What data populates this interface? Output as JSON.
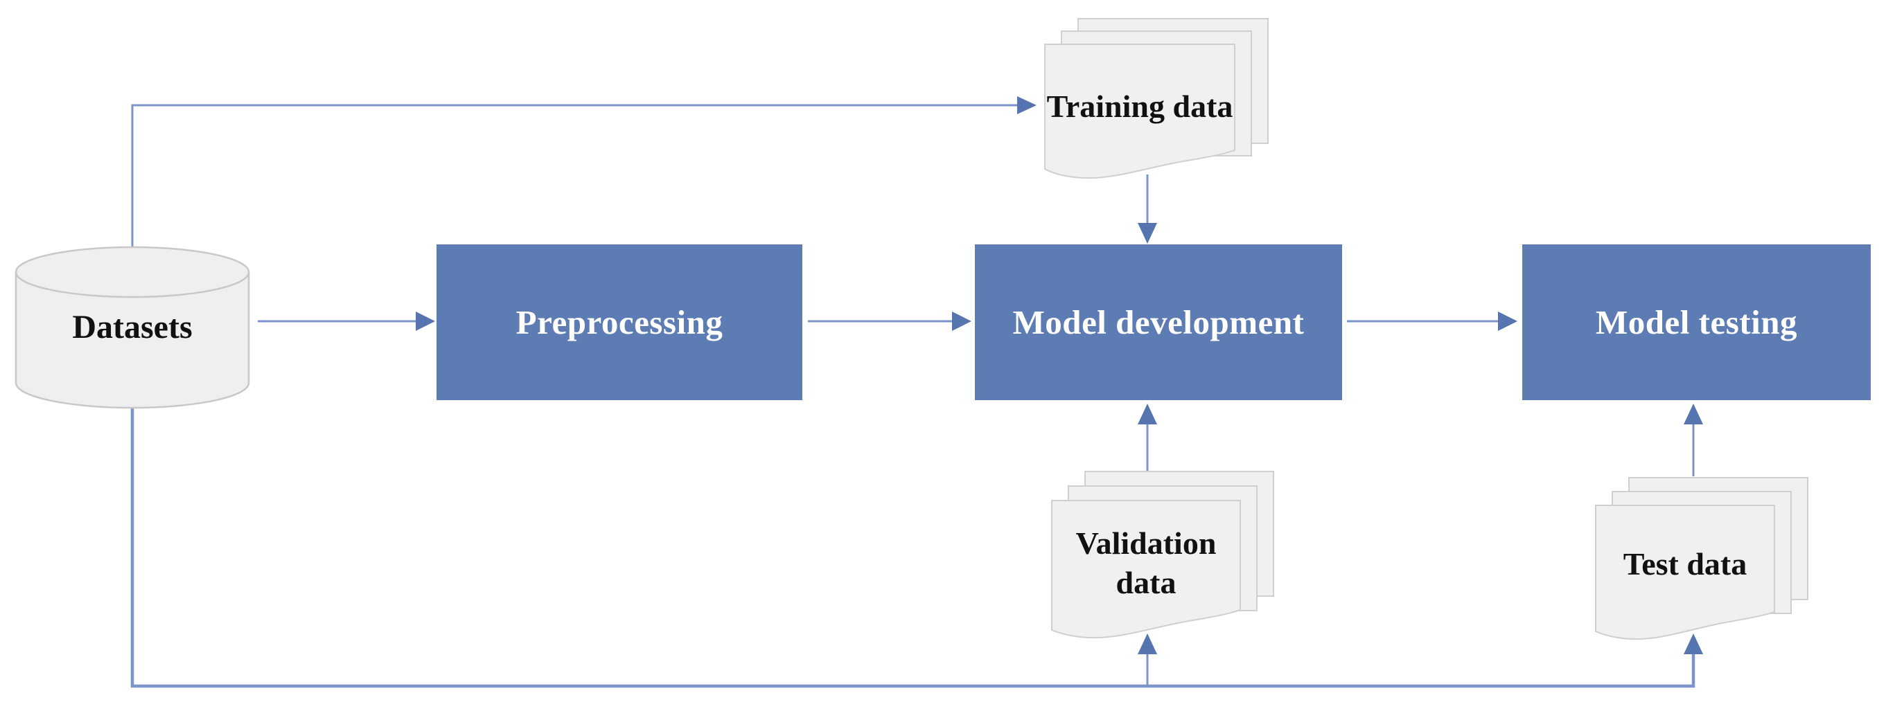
{
  "diagram_type": "flowchart",
  "colors": {
    "background": "#ffffff",
    "process_node_fill": "#5d7cb3",
    "process_node_text": "#ffffff",
    "connector_line": "#7b94c9",
    "arrowhead": "#5574b0",
    "document_fill": "#f0f0f0",
    "document_border": "#cfcfcf",
    "cylinder_fill": "#efefef",
    "cylinder_border": "#c8c8c8",
    "label_text": "#111111"
  },
  "nodes": {
    "datasets": {
      "label": "Datasets",
      "shape": "cylinder"
    },
    "preprocessing": {
      "label": "Preprocessing",
      "shape": "process"
    },
    "model_development": {
      "label": "Model development",
      "shape": "process"
    },
    "model_testing": {
      "label": "Model testing",
      "shape": "process"
    },
    "training_data": {
      "label": "Training data",
      "shape": "multidocument"
    },
    "validation_data": {
      "label": "Validation data",
      "shape": "multidocument"
    },
    "test_data": {
      "label": "Test data",
      "shape": "multidocument"
    }
  },
  "edges": [
    {
      "from": "datasets",
      "to": "preprocessing"
    },
    {
      "from": "datasets",
      "to": "training_data"
    },
    {
      "from": "datasets",
      "to": "validation_data"
    },
    {
      "from": "datasets",
      "to": "test_data"
    },
    {
      "from": "preprocessing",
      "to": "model_development"
    },
    {
      "from": "training_data",
      "to": "model_development"
    },
    {
      "from": "validation_data",
      "to": "model_development"
    },
    {
      "from": "model_development",
      "to": "model_testing"
    },
    {
      "from": "test_data",
      "to": "model_testing"
    }
  ]
}
